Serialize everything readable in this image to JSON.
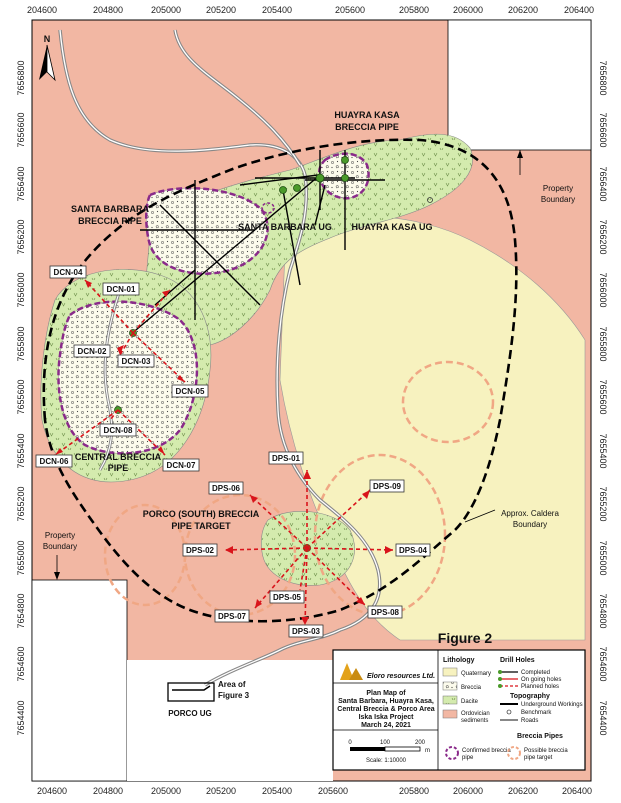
{
  "coords": {
    "x_top": [
      "204600",
      "204800",
      "205000",
      "205200",
      "205400",
      "205600",
      "205800",
      "206000",
      "206200",
      "206400"
    ],
    "x_bottom": [
      "204600",
      "204800",
      "205000",
      "205200",
      "205400",
      "205600",
      "205800",
      "206000",
      "206200",
      "206400"
    ],
    "y_left": [
      "7656800",
      "7656600",
      "7656400",
      "7656200",
      "7656000",
      "7655800",
      "7655600",
      "7655400",
      "7655200",
      "7655000",
      "7654800",
      "7654600",
      "7654400"
    ],
    "y_right": [
      "7656800",
      "7656600",
      "7656400",
      "7656200",
      "7656000",
      "7655800",
      "7655600",
      "7655400",
      "7655200",
      "7655000",
      "7654800",
      "7654600",
      "7654400"
    ]
  },
  "north": "N",
  "labels": {
    "huayra_kasa_pipe_1": "HUAYRA KASA",
    "huayra_kasa_pipe_2": "BRECCIA PIPE",
    "santa_barbara_pipe_1": "SANTA BARBARA",
    "santa_barbara_pipe_2": "BRECCIA PIPE",
    "santa_barbara_ug": "SANTA BARBARA UG",
    "huayra_kasa_ug": "HUAYRA KASA UG",
    "property_boundary_right_1": "Property",
    "property_boundary_right_2": "Boundary",
    "property_boundary_left_1": "Property",
    "property_boundary_left_2": "Boundary",
    "central_pipe_1": "CENTRAL BRECCIA",
    "central_pipe_2": "PIPE",
    "porco_south_1": "PORCO (SOUTH) BRECCIA",
    "porco_south_2": "PIPE TARGET",
    "caldera_1": "Approx. Caldera",
    "caldera_2": "Boundary",
    "area_fig3_1": "Area of",
    "area_fig3_2": "Figure 3",
    "porco_ug": "PORCO UG",
    "figure": "Figure 2"
  },
  "drill_holes": {
    "dcn01": "DCN-01",
    "dcn02": "DCN-02",
    "dcn03": "DCN-03",
    "dcn04": "DCN-04",
    "dcn05": "DCN-05",
    "dcn06": "DCN-06",
    "dcn07": "DCN-07",
    "dcn08": "DCN-08",
    "dps01": "DPS-01",
    "dps02": "DPS-02",
    "dps03": "DPS-03",
    "dps04": "DPS-04",
    "dps05": "DPS-05",
    "dps06": "DPS-06",
    "dps07": "DPS-07",
    "dps08": "DPS-08",
    "dps09": "DPS-09"
  },
  "legend": {
    "company": "Eloro resources Ltd.",
    "plan_1": "Plan Map of",
    "plan_2": "Santa Barbara, Huayra Kasa,",
    "plan_3": "Central Breccia & Porco Area",
    "plan_4": "Iska Iska Project",
    "plan_5": "March 24, 2021",
    "scale_0": "0",
    "scale_100": "100",
    "scale_200": "200",
    "scale_unit": "m",
    "scale_text": "Scale: 1:10000",
    "lithology": "Lithology",
    "quaternary": "Quaternary",
    "breccia": "Breccia",
    "dacite": "Dacite",
    "ordovician_1": "Ordovician",
    "ordovician_2": "sediments",
    "drill_holes": "Drill Holes",
    "completed": "Completed",
    "ongoing": "On going holes",
    "planned": "Planned holes",
    "topography": "Topography",
    "underground": "Underground Workings",
    "benchmark": "Benchmark",
    "roads": "Roads",
    "breccia_pipes": "Breccia Pipes",
    "confirmed_1": "Confirmed breccia",
    "confirmed_2": "pipe",
    "possible_1": "Possible breccia",
    "possible_2": "pipe target"
  },
  "colors": {
    "sediment": "#f2b7a3",
    "quaternary": "#f7f2bf",
    "dacite": "#d4ebae",
    "breccia": "#fcfbec",
    "confirmed_pipe": "#8a2a8a",
    "possible_pipe": "#f0a784",
    "planned_hole": "#d9141b",
    "completed_hole": "#111111",
    "ongoing_hole": "#4a9a2a"
  }
}
